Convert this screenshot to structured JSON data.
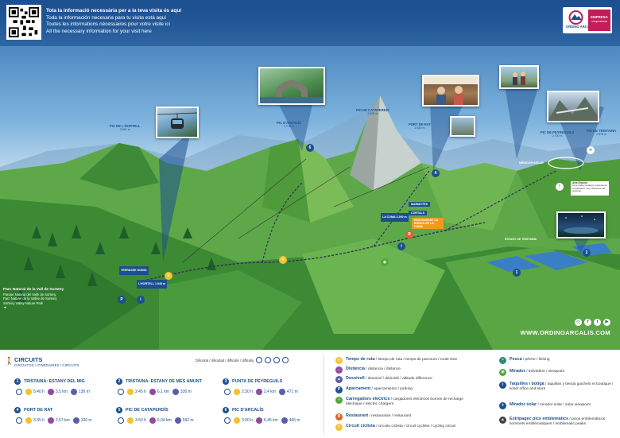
{
  "header": {
    "info_lines": [
      "Tota la informació necessària per a la teva visita és aquí",
      "Toda la información necesaria para tu visita está aquí",
      "Toutes les informations nécessaires pour votre visite ici",
      "All the necessary information for your visit here"
    ]
  },
  "logo": {
    "brand": "ORDINO ARCALÍS",
    "tag_title": "EMPRESA",
    "tag_sub": "compromesa"
  },
  "peaks": {
    "hortell": {
      "name": "PIC DE L'HORTELL",
      "alt": "2.561 m"
    },
    "arcalis": {
      "name": "PIC D'ARCALÍS",
      "alt": "2.776 m"
    },
    "cataperdis": {
      "name": "PIC DE CATAPERDÍS",
      "alt": "2.805 m"
    },
    "port_de_rat": {
      "name": "PORT DE RAT",
      "alt": "2.540 m"
    },
    "peyreguils": {
      "name": "PIC DE PEYREGUILS",
      "alt": "2.700 m"
    },
    "tristaina": {
      "name": "PIC DE TRISTAINA",
      "alt": "2.878 m"
    }
  },
  "map_labels": {
    "la_coma": "LA COMA 2.200 m",
    "restaurant": "RESTAURANT LA BORDA DE LA COMA",
    "marmotes": "MARMOTES",
    "cortals": "CORTALS",
    "estany": "ESTANY DE TRISTAINA",
    "terrasse": "TERRASSE SOMIO",
    "hortell_base": "L'HORTELL 1.940 m",
    "mirador": "MIRADOR SOLAR"
  },
  "warning": {
    "title": "Avís d'accés",
    "text": "Zona d'alta muntanya, respecteu la senyalització i les indicacions del personal."
  },
  "park_note": {
    "title": "Parc Natural de la Vall de Sorteny",
    "lines": [
      "Parque Natural del Valle de Sorteny",
      "Parc Naturel de la Vallée de Sorteny",
      "Sorteny Valley Nature Park"
    ]
  },
  "social": [
    "◎",
    "f",
    "t",
    "▶"
  ],
  "website": "WWW.ORDINOARCALIS.COM",
  "circuits": {
    "title": "CIRCUITS",
    "subtitle": "CIRCUITOS / ITINÉRAIRES / CIRCUITS",
    "difficulty_label": "Dificultat / dificultad / difficulté / difficulty",
    "routes": [
      {
        "num": "1",
        "name": "TRISTAINA: ESTANY DEL MIG",
        "time": "5:40 h",
        "dist": "3,5 km",
        "elev": "130 m"
      },
      {
        "num": "2",
        "name": "TRISTAINA: ESTANY DE MÉS AMUNT",
        "time": "2:45 h",
        "dist": "6,1 km",
        "elev": "330 m"
      },
      {
        "num": "3",
        "name": "PUNTA DE PEYREGUILS",
        "time": "2:30 h",
        "dist": "2,4 km",
        "elev": "471 m"
      },
      {
        "num": "4",
        "name": "PORT DE RAT",
        "time": "3:35 h",
        "dist": "2,57 km",
        "elev": "320 m"
      },
      {
        "num": "5",
        "name": "PIC DE CATAPERDÍS",
        "time": "3:50 h",
        "dist": "5,04 km",
        "elev": "592 m"
      },
      {
        "num": "6",
        "name": "PIC D'ARCALÍS",
        "time": "3:00 h",
        "dist": "6,45 km",
        "elev": "465 m"
      }
    ]
  },
  "legend": [
    {
      "title": "Temps de ruta",
      "desc": " / tiempo de ruta / temps de parcours / route time",
      "color": "#f2c230",
      "glyph": "◷"
    },
    {
      "title": "Distància",
      "desc": " / distancia / distance",
      "color": "#8f4b9f",
      "glyph": "↔"
    },
    {
      "title": "Desnivell",
      "desc": " / desnivel / dénivelé / altitude difference",
      "color": "#5a5fa8",
      "glyph": "▲"
    },
    {
      "title": "Aparcament",
      "desc": " / aparcamiento / parking",
      "color": "#1c4f8f",
      "glyph": "P"
    },
    {
      "title": "Carregadors elèctrics",
      "desc": " / cargadores eléctricos bornes de recharge électrique / electric chargers",
      "color": "#4fa83a",
      "glyph": "⚡"
    },
    {
      "title": "Restaurant",
      "desc": " / restaurante / restaurant",
      "color": "#e0622a",
      "glyph": "R"
    },
    {
      "title": "Circuit ciclista",
      "desc": " / circuito ciclista / circuit cycliste / cycling circuit",
      "color": "#f2c230",
      "glyph": "⚲"
    },
    {
      "title": "Pesca",
      "desc": " / pêche / fishing",
      "color": "#2e8b7a",
      "glyph": "~"
    },
    {
      "title": "Mirador",
      "desc": " / belvédère / viewpoint",
      "color": "#4fa83a",
      "glyph": "◉"
    },
    {
      "title": "Taquilles i botiga",
      "desc": " / taquillas y tienda guichets et boutique / ticket office and store",
      "color": "#1c4f8f",
      "glyph": "i"
    },
    {
      "title": "Mirador solar",
      "desc": " / mirador solar / solar viewpoint",
      "color": "#1c4f8f",
      "glyph": "☀"
    },
    {
      "title": "Estripagec pics emblemàtics",
      "desc": " / picos emblemáticos sommets emblématiques / emblematic peaks",
      "color": "#444444",
      "glyph": "▲"
    }
  ]
}
